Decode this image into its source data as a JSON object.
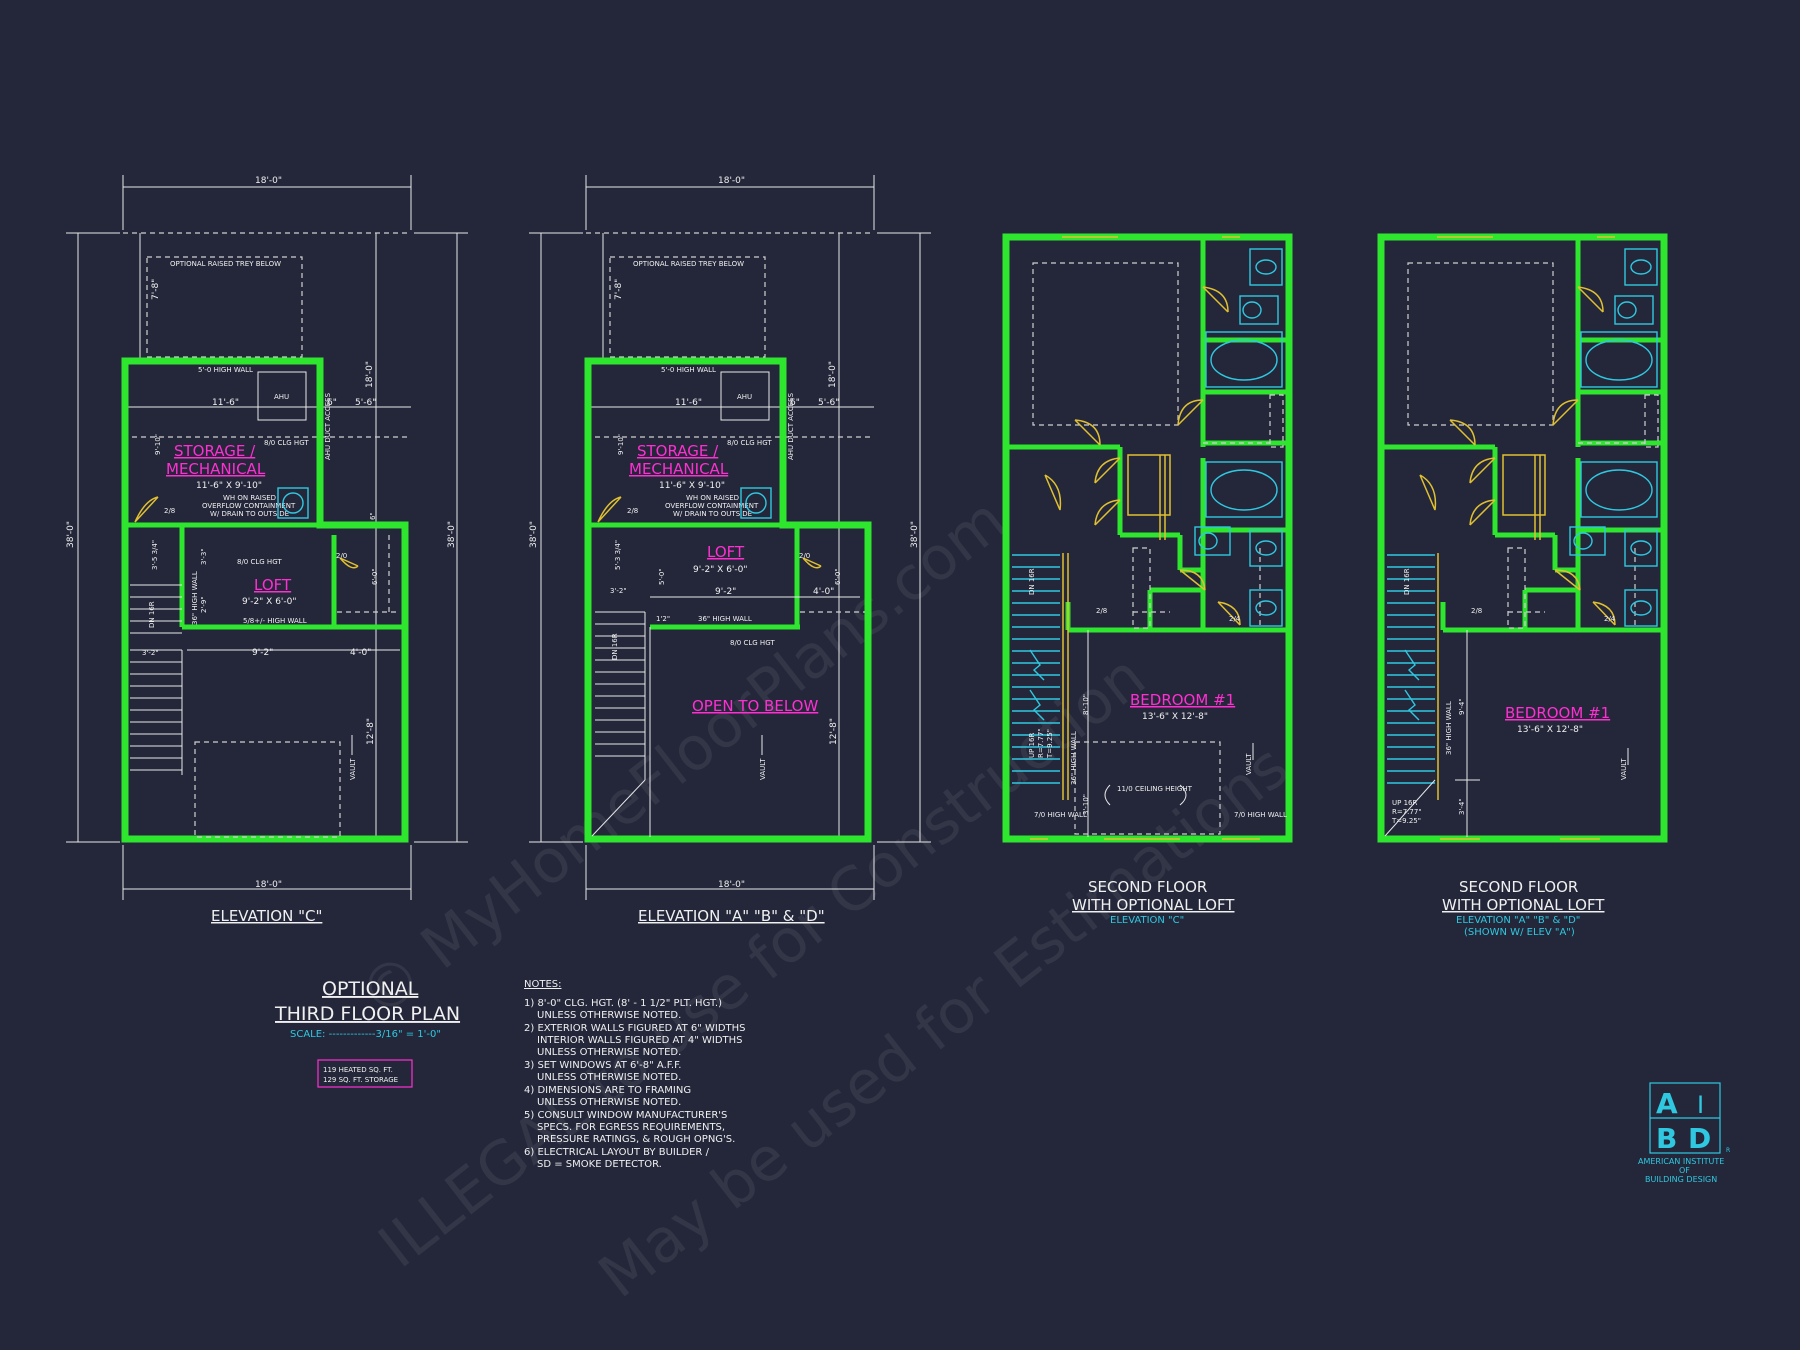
{
  "sheet": {
    "plan_a": {
      "overall_top": "18'-0\"",
      "overall_bottom": "18'-0\"",
      "overall_left": "38'-0\"",
      "overall_right": "38'-0\"",
      "dim_78": "7'-8\"",
      "dim_910": "9'-10\"",
      "dim_1810": "18'-0\"",
      "dim_6r": "6\"",
      "dim_56": "5'-6\"",
      "dim_116": "11'-6\"",
      "dim_35": "3'-5 3/4\"",
      "dim_33": "3'-3\"",
      "dim_29": "2'-9\"",
      "dim_32": "3'-2\"",
      "dim_92": "9'-2\"",
      "dim_40": "4'-0\"",
      "dim_60": "6'-0\"",
      "dim_128": "12'-8\"",
      "dim_6v": "6\"",
      "tray": "OPTIONAL RAISED TREY BELOW",
      "wall50": "5'-0 HIGH WALL",
      "ahu": "AHU",
      "clg80": "8/0 CLG HGT",
      "ahu_access": "AHU DUCT ACCESS",
      "storage1": "STORAGE /",
      "storage2": "MECHANICAL",
      "storage_dim": "11'-6\" X 9'-10\"",
      "wh1": "WH ON RAISED",
      "wh2": "OVERFLOW CONTAINMENT",
      "wh3": "W/ DRAIN TO OUTSIDE",
      "door28": "2/8",
      "door20": "2/0",
      "clg80b": "8/0 CLG HGT",
      "loft": "LOFT",
      "loft_dim": "9'-2\" X 6'-0\"",
      "wall58": "5/8+/- HIGH WALL",
      "wall36": "36\" HIGH WALL",
      "dn": "DN 16R",
      "vault": "VAULT",
      "label": "ELEVATION \"C\""
    },
    "plan_b": {
      "overall_top": "18'-0\"",
      "overall_bottom": "18'-0\"",
      "overall_left": "38'-0\"",
      "overall_right": "38'-0\"",
      "dim_78": "7'-8\"",
      "dim_910": "9'-10\"",
      "dim_1810": "18'-0\"",
      "dim_6r": "6\"",
      "dim_56": "5'-6\"",
      "dim_116": "11'-6\"",
      "dim_53": "5'-3 3/4\"",
      "dim_50": "5'-0\"",
      "dim_32": "3'-2\"",
      "dim_92": "9'-2\"",
      "dim_40": "4'-0\"",
      "dim_60": "6'-0\"",
      "dim_128": "12'-8\"",
      "dim_12": "1'2\"",
      "tray": "OPTIONAL RAISED TREY BELOW",
      "wall50": "5'-0 HIGH WALL",
      "ahu": "AHU",
      "clg80": "8/0 CLG HGT",
      "ahu_access": "AHU DUCT ACCESS",
      "storage1": "STORAGE /",
      "storage2": "MECHANICAL",
      "storage_dim": "11'-6\" X 9'-10\"",
      "wh1": "WH ON RAISED",
      "wh2": "OVERFLOW CONTAINMENT",
      "wh3": "W/ DRAIN TO OUTSIDE",
      "door28": "2/8",
      "door20": "2/0",
      "loft": "LOFT",
      "loft_dim": "9'-2\" X 6'-0\"",
      "wall36": "36\" HIGH WALL",
      "clg80b": "8/0 CLG HGT",
      "open": "OPEN TO BELOW",
      "dn": "DN 16R",
      "vault": "VAULT",
      "label": "ELEVATION \"A\" \"B\" & \"D\""
    },
    "plan_c": {
      "door28": "2/8",
      "door24": "2/4",
      "dn": "DN 16R",
      "up": "UP 16R",
      "riser": "R=7.77\"",
      "tread": "T=9.25\"",
      "wall36": "36\" HIGH WALL",
      "dim_810": "8'-10\"",
      "dim_310": "3'-10\"",
      "bedroom": "BEDROOM #1",
      "bed_dim": "13'-6\" X 12'-8\"",
      "ceiling": "11/0 CEILING HEIGHT",
      "wall70l": "7/0 HIGH WALL",
      "wall70r": "7/0 HIGH WALL",
      "vault": "VAULT",
      "title1": "SECOND FLOOR",
      "title2": "WITH OPTIONAL LOFT",
      "sub": "ELEVATION \"C\""
    },
    "plan_d": {
      "door28": "2/8",
      "door24": "2/4",
      "dn": "DN 16R",
      "up": "UP 16R",
      "riser": "R=7.77\"",
      "tread": "T=9.25\"",
      "wall36": "36\" HIGH WALL",
      "dim_94": "9'-4\"",
      "dim_34": "3'-4\"",
      "bedroom": "BEDROOM #1",
      "bed_dim": "13'-6\" X 12'-8\"",
      "vault": "VAULT",
      "title1": "SECOND FLOOR",
      "title2": "WITH OPTIONAL LOFT",
      "sub1": "ELEVATION \"A\" \"B\" & \"D\"",
      "sub2": "(SHOWN W/ ELEV \"A\")"
    },
    "title_block": {
      "line1": "OPTIONAL",
      "line2": "THIRD FLOOR PLAN",
      "scale": "SCALE: -------------3/16\" = 1'-0\"",
      "area1": "119 HEATED SQ. FT.",
      "area2": "129 SQ. FT. STORAGE"
    },
    "notes": {
      "heading": "NOTES:",
      "lines": [
        "1) 8'-0\" CLG. HGT. (8' - 1 1/2\" PLT. HGT.)",
        "UNLESS OTHERWISE NOTED.",
        "2) EXTERIOR WALLS FIGURED AT 6\" WIDTHS",
        "INTERIOR WALLS FIGURED AT 4\" WIDTHS",
        "UNLESS OTHERWISE NOTED.",
        "3) SET WINDOWS AT 6'-8\" A.F.F.",
        "UNLESS OTHERWISE NOTED.",
        "4) DIMENSIONS ARE TO FRAMING",
        "UNLESS OTHERWISE NOTED.",
        "5) CONSULT WINDOW MANUFACTURER'S",
        "SPECS. FOR EGRESS REQUIREMENTS,",
        "PRESSURE RATINGS, & ROUGH OPNG'S.",
        "6) ELECTRICAL LAYOUT BY BUILDER /",
        "SD = SMOKE DETECTOR."
      ]
    },
    "logo": {
      "a": "A",
      "i": "I",
      "b": "B",
      "d": "D",
      "reg": "R",
      "line1": "AMERICAN INSTITUTE",
      "line2": "OF",
      "line3": "BUILDING DESIGN"
    },
    "watermark": {
      "line1": "© MyHomeFloorPlans.com",
      "line2": "ILLEGAL to use for Construction",
      "line3": "May be used for Estimations"
    }
  },
  "colors": {
    "background": "#24273a",
    "walls": "#2ee62e",
    "room_labels": "#ff2fd2",
    "fixtures": "#2fc8e0",
    "doors": "#e0c030",
    "linework": "#e8e8e8"
  }
}
